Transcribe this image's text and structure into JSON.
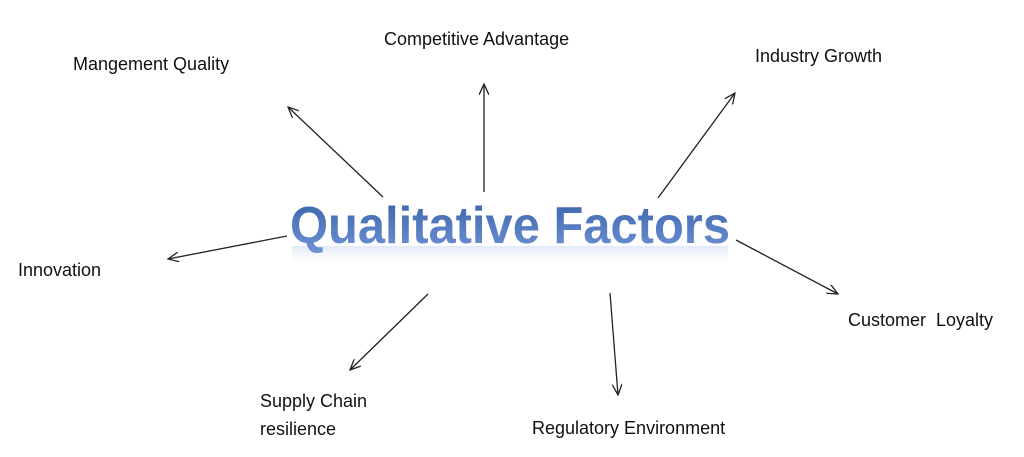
{
  "diagram": {
    "center": "Qualitative Factors",
    "factors": {
      "management": "Mangement Quality",
      "competitive": "Competitive Advantage",
      "industry": "Industry Growth",
      "innovation": "Innovation",
      "customer": "Customer  Loyalty",
      "supply_line1": "Supply Chain",
      "supply_line2": "resilience",
      "regulatory": "Regulatory Environment"
    },
    "colors": {
      "title_top": "#3a62aa",
      "title_bottom": "#6f93d6"
    }
  }
}
